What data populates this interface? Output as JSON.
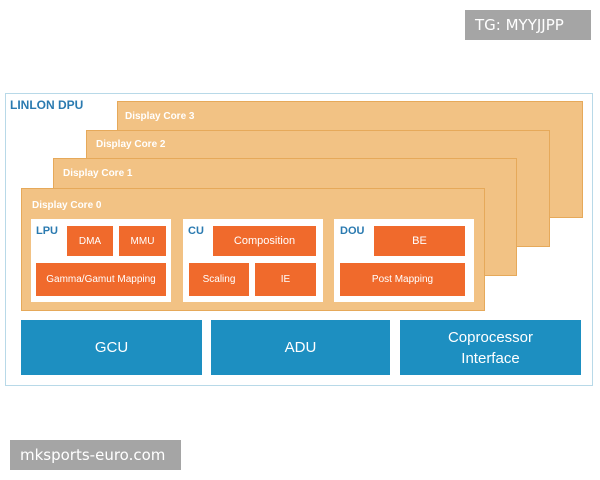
{
  "watermarks": {
    "top": "TG: MYYJJPP",
    "bottom": "mksports-euro.com"
  },
  "diagram": {
    "title": "LINLON DPU",
    "cores": [
      {
        "label": "Display Core 3"
      },
      {
        "label": "Display Core 2"
      },
      {
        "label": "Display Core 1"
      },
      {
        "label": "Display Core 0"
      }
    ],
    "units": {
      "lpu": {
        "label": "LPU",
        "blocks": [
          "DMA",
          "MMU",
          "Gamma/Gamut Mapping"
        ]
      },
      "cu": {
        "label": "CU",
        "blocks": [
          "Composition",
          "Scaling",
          "IE"
        ]
      },
      "dou": {
        "label": "DOU",
        "blocks": [
          "BE",
          "Post Mapping"
        ]
      }
    },
    "bottom": [
      "GCU",
      "ADU",
      "Coprocessor\nInterface"
    ]
  },
  "colors": {
    "core_fill": "#f2c284",
    "block_orange": "#f06a2c",
    "bottom_blue": "#1d8fc1",
    "label_blue": "#2a7ab0"
  }
}
